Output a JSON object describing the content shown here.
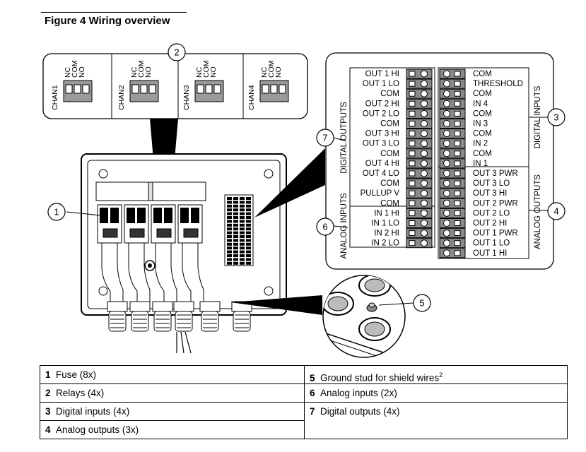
{
  "figure": {
    "title": "Figure 4  Wiring overview"
  },
  "relays": {
    "terminal_labels": [
      "NC",
      "COM",
      "NO"
    ],
    "channels": [
      "CHAN1",
      "CHAN2",
      "CHAN3",
      "CHAN4"
    ]
  },
  "terminals": {
    "left_labels": [
      "OUT 1 HI",
      "OUT 1 LO",
      "COM",
      "OUT 2 HI",
      "OUT 2 LO",
      "COM",
      "OUT 3 HI",
      "OUT 3 LO",
      "COM",
      "OUT 4 HI",
      "OUT 4 LO",
      "COM",
      "PULLUP V",
      "COM",
      "IN 1 HI",
      "IN 1 LO",
      "IN 2 HI",
      "IN 2 LO"
    ],
    "right_labels": [
      "COM",
      "THRESHOLD",
      "COM",
      "IN 4",
      "COM",
      "IN 3",
      "COM",
      "IN 2",
      "COM",
      "IN 1",
      "OUT 3 PWR",
      "OUT 3 LO",
      "OUT 3 HI",
      "OUT 2 PWR",
      "OUT 2 LO",
      "OUT 2 HI",
      "OUT 1 PWR",
      "OUT 1 LO",
      "OUT 1 HI"
    ],
    "group_digital_outputs": "DIGITAL OUTPUTS",
    "group_analog_inputs": "ANALOG INPUTS",
    "group_digital_inputs": "DIGITAL INPUTS",
    "group_analog_outputs": "ANALOG OUTPUTS"
  },
  "callouts": [
    "1",
    "2",
    "3",
    "4",
    "5",
    "6",
    "7"
  ],
  "legend": {
    "rows": [
      {
        "num": "1",
        "text": "Fuse (8x)"
      },
      {
        "num": "2",
        "text": "Relays (4x)"
      },
      {
        "num": "3",
        "text": "Digital inputs (4x)"
      },
      {
        "num": "4",
        "text": "Analog outputs (3x)"
      },
      {
        "num": "5",
        "text": "Ground stud for shield wires",
        "sup": "2"
      },
      {
        "num": "6",
        "text": "Analog inputs (2x)"
      },
      {
        "num": "7",
        "text": "Digital outputs (4x)"
      }
    ]
  },
  "colors": {
    "line": "#000000",
    "panel_fill": "#ffffff",
    "terminal_gray": "#8a8a8a",
    "relay_gray": "#9a9a9a",
    "housing_gray": "#d9d9d9"
  }
}
